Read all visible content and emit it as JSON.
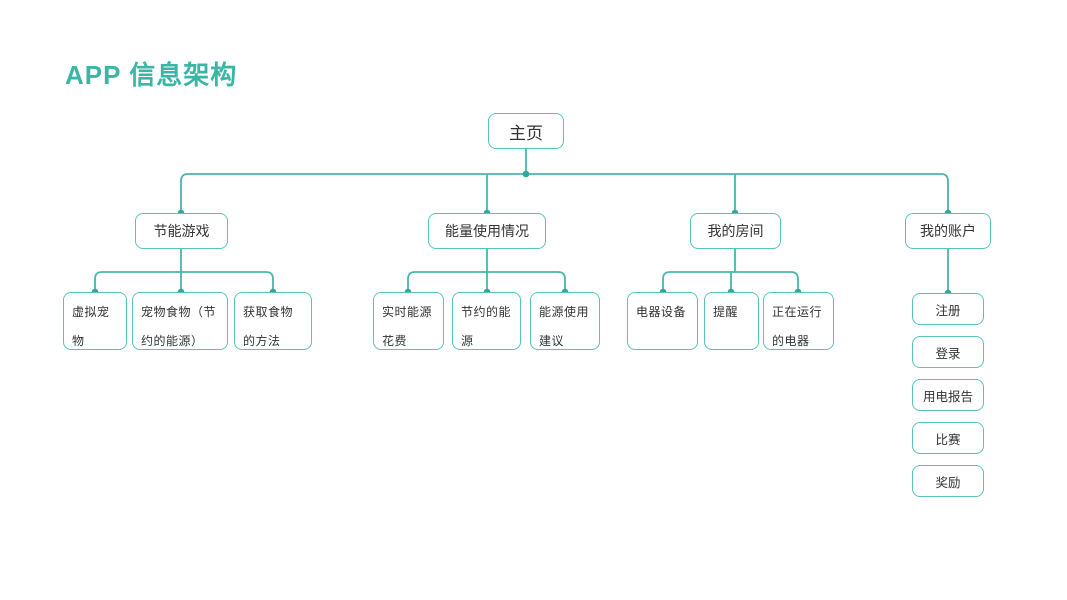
{
  "title": "APP 信息架构",
  "colors": {
    "accent": "#3ab6a7",
    "line": "#49b6a9",
    "node_border": "#58c4b7",
    "dot": "#2ca99b",
    "text": "#333333"
  },
  "tree": {
    "root": {
      "label": "主页"
    },
    "sections": [
      {
        "label": "节能游戏",
        "children": [
          "虚拟宠物",
          "宠物食物（节约的能源）",
          "获取食物的方法"
        ]
      },
      {
        "label": "能量使用情况",
        "children": [
          "实时能源花费",
          "节约的能源",
          "能源使用建议"
        ]
      },
      {
        "label": "我的房间",
        "children": [
          "电器设备",
          "提醒",
          "正在运行的电器"
        ]
      },
      {
        "label": "我的账户",
        "children": [
          "注册",
          "登录",
          "用电报告",
          "比赛",
          "奖励"
        ]
      }
    ]
  }
}
